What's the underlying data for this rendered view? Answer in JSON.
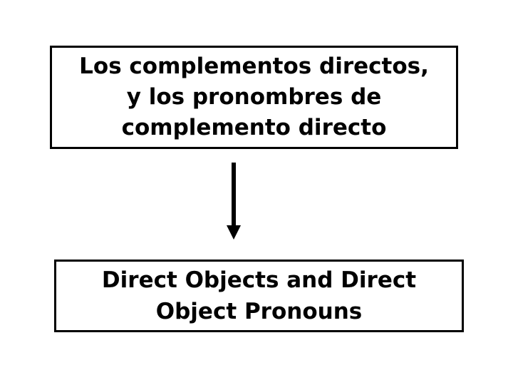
{
  "diagram": {
    "top_box": {
      "lines": [
        "Los complementos directos,",
        "y los pronombres de",
        "complemento directo"
      ]
    },
    "arrow": {
      "direction": "down",
      "color": "#000000"
    },
    "bottom_box": {
      "lines": [
        "Direct Objects and Direct",
        "Object Pronouns"
      ]
    }
  }
}
